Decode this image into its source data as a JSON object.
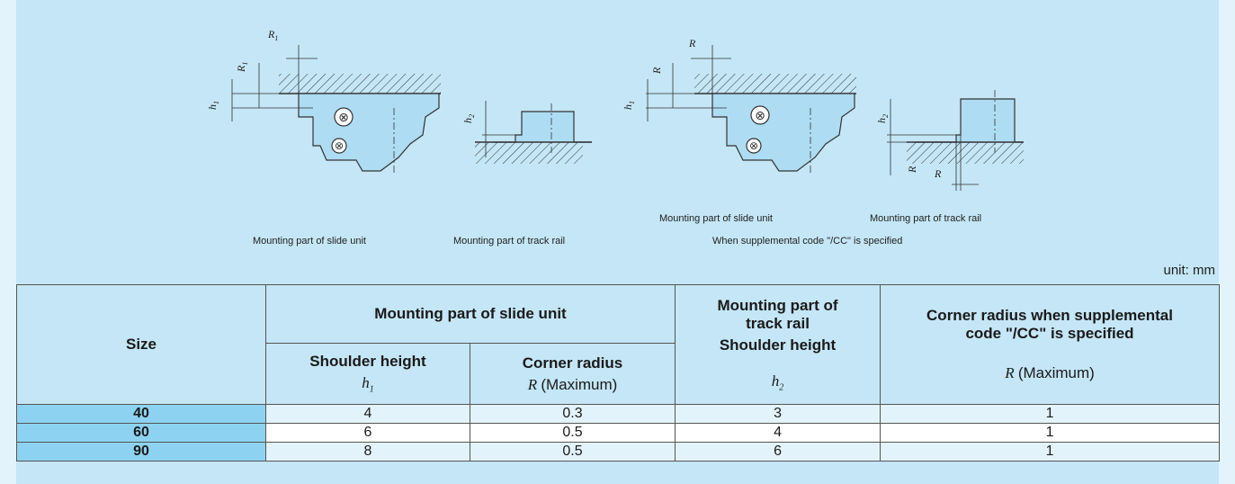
{
  "figure": {
    "caption_slide_unit_left": "Mounting part of slide unit",
    "caption_track_rail_left": "Mounting part of track rail",
    "caption_slide_unit_right": "Mounting part of slide unit",
    "caption_track_rail_right": "Mounting part of track rail",
    "caption_cc_note": "When supplemental code \"/CC\" is specified",
    "label_R1": "R",
    "label_R1_sub": "1",
    "label_h1": "h",
    "label_h1_sub": "1",
    "label_h2": "h",
    "label_h2_sub": "2",
    "label_R": "R"
  },
  "unit_label": "unit: mm",
  "table": {
    "header": {
      "size": "Size",
      "slide_unit_group": "Mounting part of slide unit",
      "track_rail_group": "Mounting part of track rail",
      "cc_group": "Corner radius when supplemental code \"/CC\" is specified",
      "shoulder_height": "Shoulder height",
      "corner_radius": "Corner radius",
      "track_shoulder_height": "Shoulder height",
      "sym_h": "h",
      "sym_h1_sub": "1",
      "sym_h2_sub": "2",
      "sym_R": "R",
      "maximum": "(Maximum)"
    },
    "rows": [
      {
        "size": "40",
        "h1": "4",
        "r": "0.3",
        "h2": "3",
        "r_cc": "1"
      },
      {
        "size": "60",
        "h1": "6",
        "r": "0.5",
        "h2": "4",
        "r_cc": "1"
      },
      {
        "size": "90",
        "h1": "8",
        "r": "0.5",
        "h2": "6",
        "r_cc": "1"
      }
    ]
  }
}
